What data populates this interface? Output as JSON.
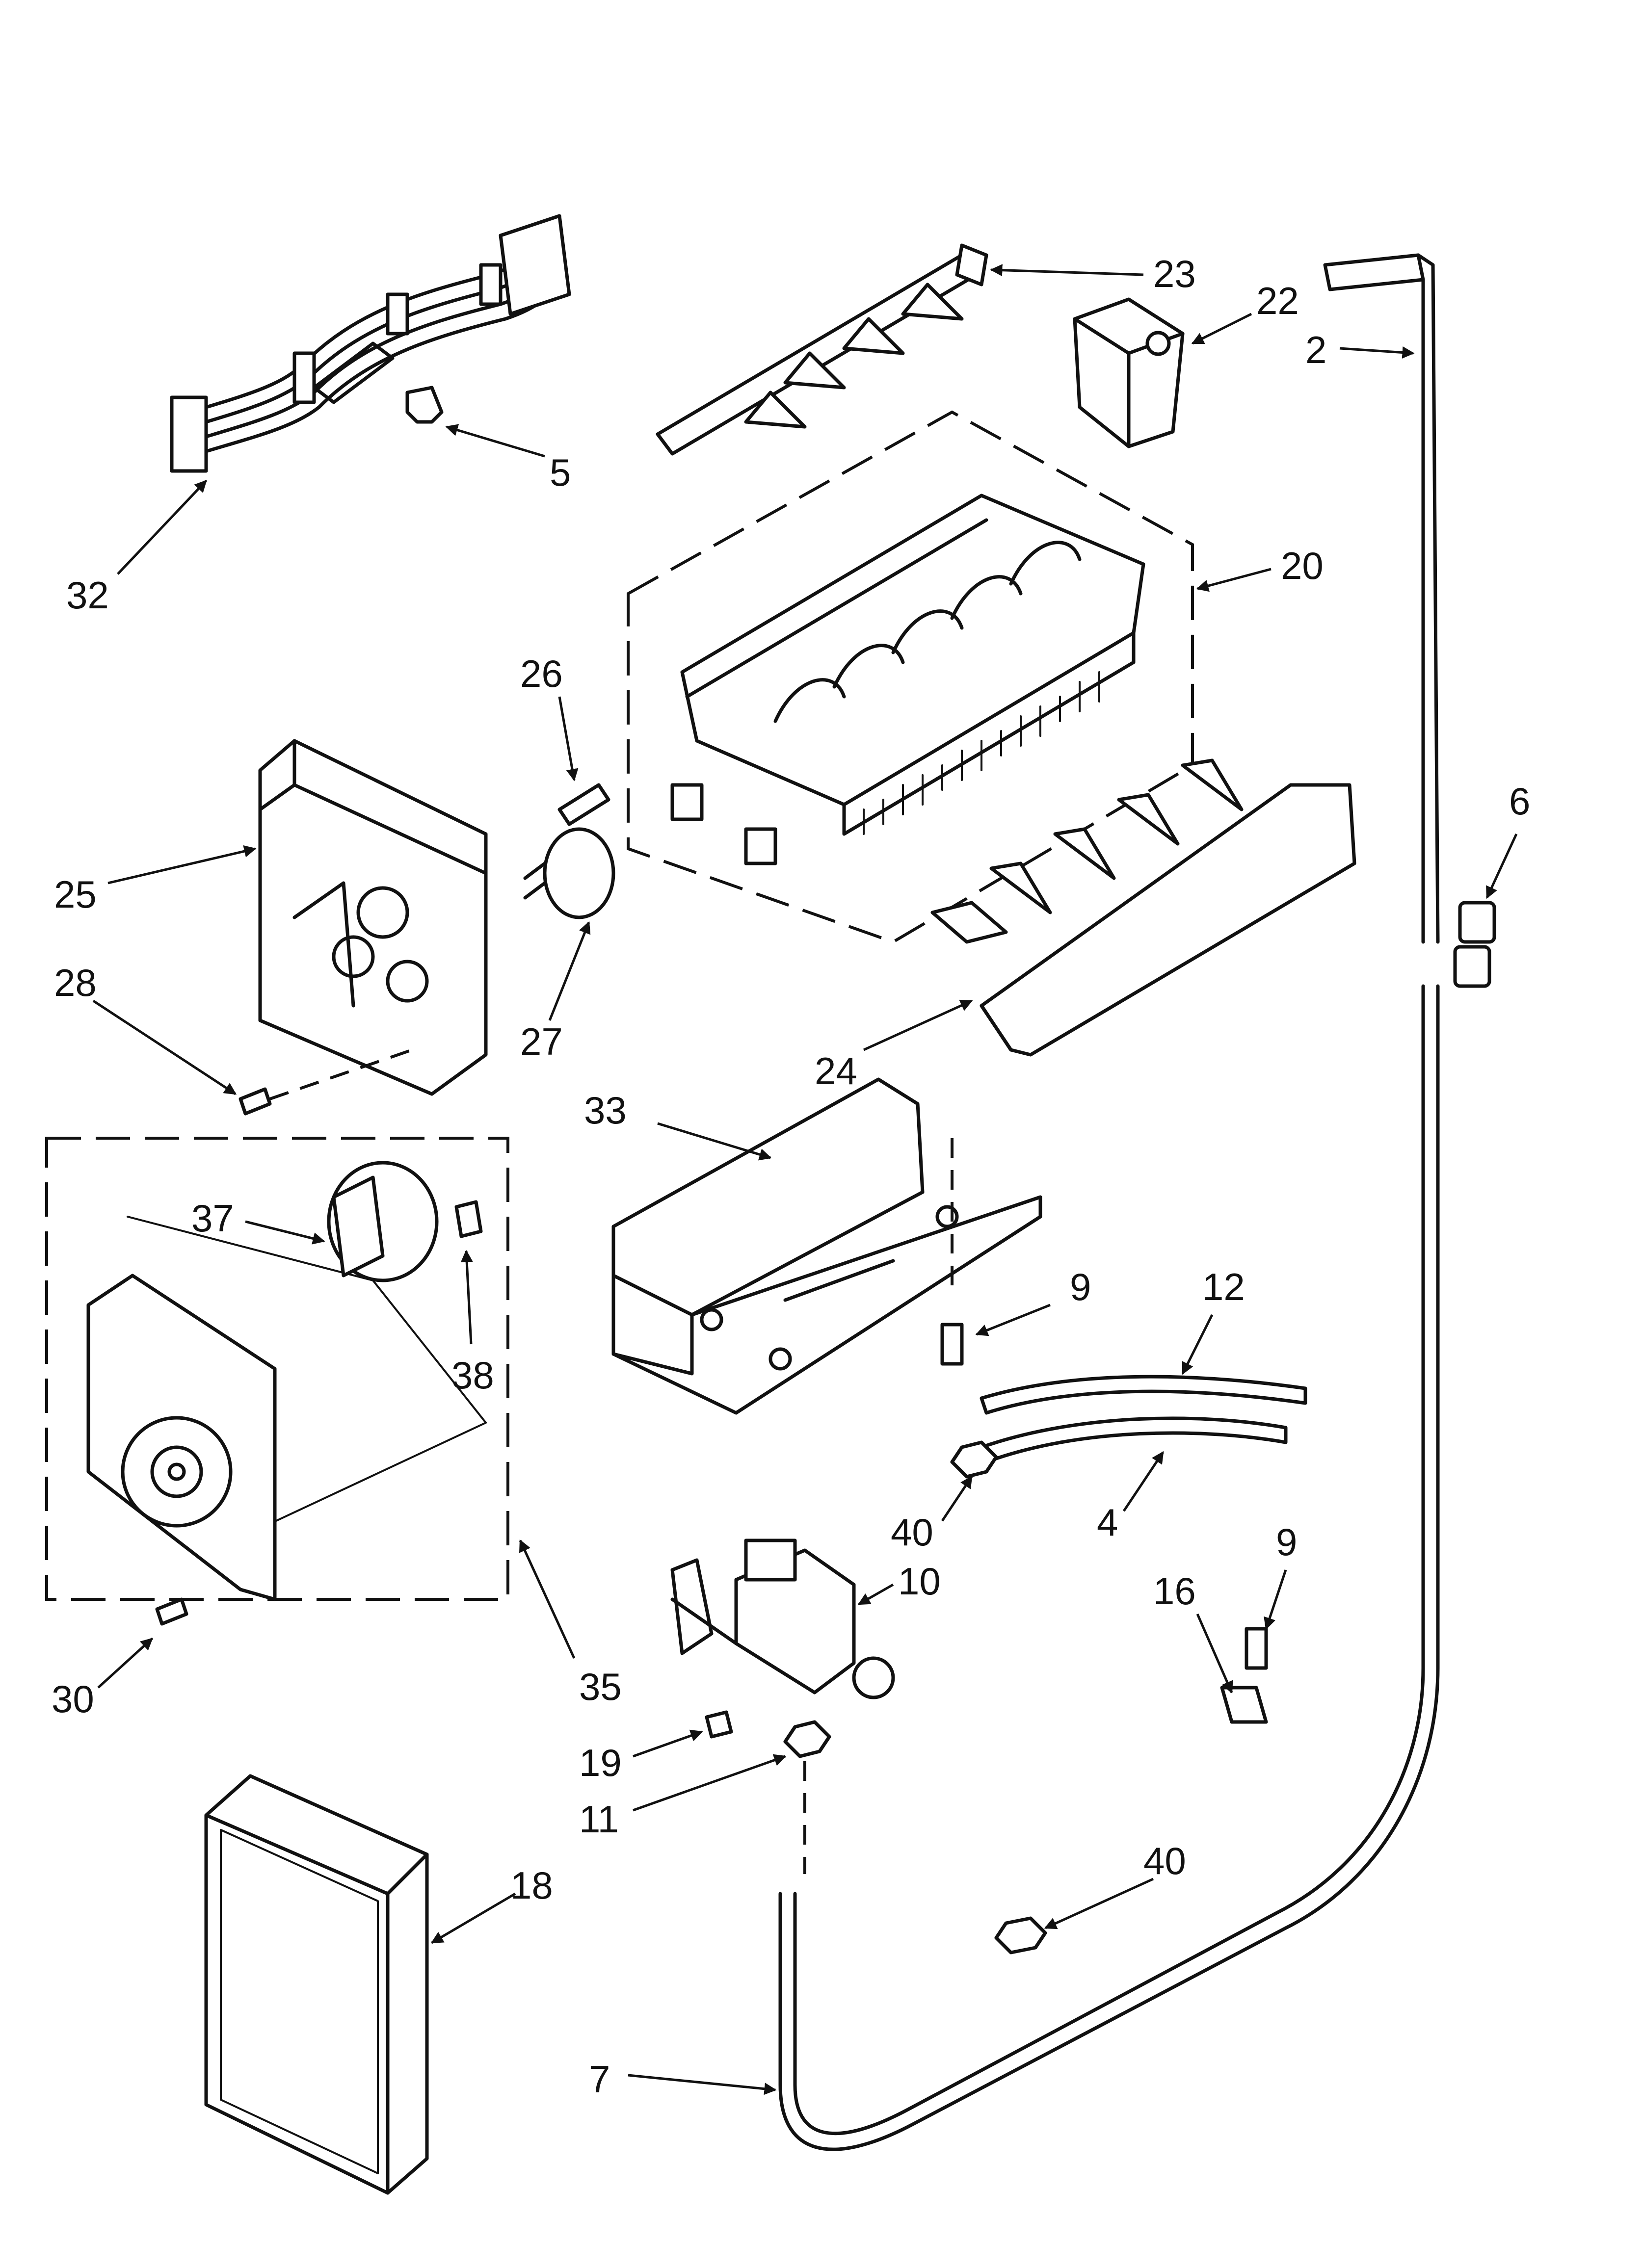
{
  "callouts": [
    {
      "id": "c32",
      "label": "32"
    },
    {
      "id": "c5",
      "label": "5"
    },
    {
      "id": "c23",
      "label": "23"
    },
    {
      "id": "c22",
      "label": "22"
    },
    {
      "id": "c2",
      "label": "2"
    },
    {
      "id": "c20",
      "label": "20"
    },
    {
      "id": "c26",
      "label": "26"
    },
    {
      "id": "c6",
      "label": "6"
    },
    {
      "id": "c25",
      "label": "25"
    },
    {
      "id": "c28",
      "label": "28"
    },
    {
      "id": "c27",
      "label": "27"
    },
    {
      "id": "c24",
      "label": "24"
    },
    {
      "id": "c33",
      "label": "33"
    },
    {
      "id": "c37",
      "label": "37"
    },
    {
      "id": "c38",
      "label": "38"
    },
    {
      "id": "c9a",
      "label": "9"
    },
    {
      "id": "c12",
      "label": "12"
    },
    {
      "id": "c40a",
      "label": "40"
    },
    {
      "id": "c4",
      "label": "4"
    },
    {
      "id": "c10",
      "label": "10"
    },
    {
      "id": "c9b",
      "label": "9"
    },
    {
      "id": "c16",
      "label": "16"
    },
    {
      "id": "c30",
      "label": "30"
    },
    {
      "id": "c35",
      "label": "35"
    },
    {
      "id": "c19",
      "label": "19"
    },
    {
      "id": "c11",
      "label": "11"
    },
    {
      "id": "c18",
      "label": "18"
    },
    {
      "id": "c40b",
      "label": "40"
    },
    {
      "id": "c7",
      "label": "7"
    }
  ]
}
